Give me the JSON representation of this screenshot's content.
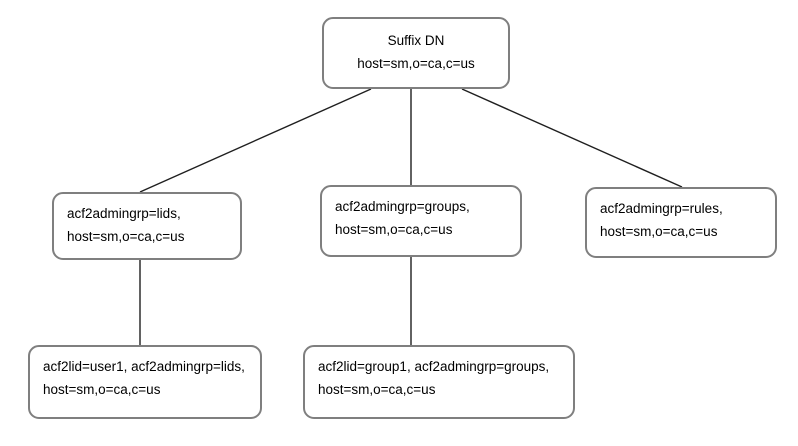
{
  "diagram": {
    "type": "tree",
    "description_visible": false
  },
  "nodes": {
    "root": {
      "id": "root",
      "line1": "Suffix DN",
      "line2": "host=sm,o=ca,c=us"
    },
    "lids": {
      "id": "lids",
      "line1": "acf2admingrp=lids,",
      "line2": "host=sm,o=ca,c=us"
    },
    "groups": {
      "id": "groups",
      "line1": "acf2admingrp=groups,",
      "line2": "host=sm,o=ca,c=us"
    },
    "rules": {
      "id": "rules",
      "line1": "acf2admingrp=rules,",
      "line2": "host=sm,o=ca,c=us"
    },
    "user1": {
      "id": "user1",
      "line1": "acf2lid=user1, acf2admingrp=lids,",
      "line2": "host=sm,o=ca,c=us"
    },
    "group1": {
      "id": "group1",
      "line1": "acf2lid=group1, acf2admingrp=groups,",
      "line2": "host=sm,o=ca,c=us"
    }
  },
  "edges": [
    {
      "from": "root",
      "to": "lids"
    },
    {
      "from": "root",
      "to": "groups"
    },
    {
      "from": "root",
      "to": "rules"
    },
    {
      "from": "lids",
      "to": "user1"
    },
    {
      "from": "groups",
      "to": "group1"
    }
  ],
  "colors": {
    "background": "#ffffff",
    "node_fill": "#ffffff",
    "node_border": "#7f7f7f",
    "connector": "#1f1f1f",
    "text": "#000000"
  }
}
